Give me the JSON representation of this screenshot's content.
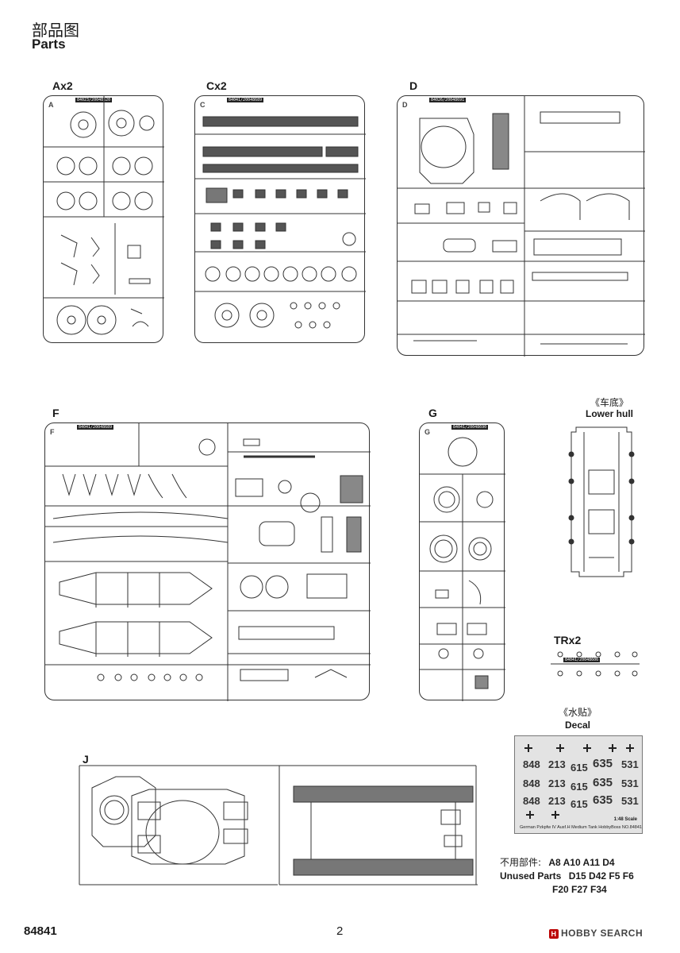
{
  "header": {
    "title_cn": "部品图",
    "title_en": "Parts"
  },
  "sprues": {
    "A": {
      "label": "Ax2",
      "letter": "A",
      "code": "84023/20048620"
    },
    "C": {
      "label": "Cx2",
      "letter": "C",
      "code": "84041/20048689"
    },
    "D": {
      "label": "D",
      "letter": "D",
      "code": "84026/20048691"
    },
    "F": {
      "label": "F",
      "letter": "F",
      "code": "84041/20048689"
    },
    "G": {
      "label": "G",
      "letter": "G",
      "code": "84041/20048690"
    },
    "J": {
      "label": "J"
    }
  },
  "lower_hull": {
    "caption_cn": "《车底》",
    "caption_en": "Lower hull"
  },
  "track_runner": {
    "label": "TRx2",
    "code": "84041/20048606"
  },
  "decal": {
    "caption_cn": "《水贴》",
    "caption_en": "Decal",
    "numbers": [
      "848",
      "213",
      "615",
      "635",
      "531"
    ],
    "scale": "1:48 Scale",
    "footer": "German Pzkpfw IV Ausf.H Medium Tank  HobbyBoss  NO.84841"
  },
  "unused_parts": {
    "label_cn": "不用部件:",
    "label_en": "Unused Parts",
    "line1": "A8 A10 A11 D4",
    "line2": "D15 D42 F5 F6",
    "line3": "F20 F27 F34"
  },
  "footer": {
    "product_code": "84841",
    "page_number": "2",
    "watermark": "HOBBY SEARCH"
  }
}
